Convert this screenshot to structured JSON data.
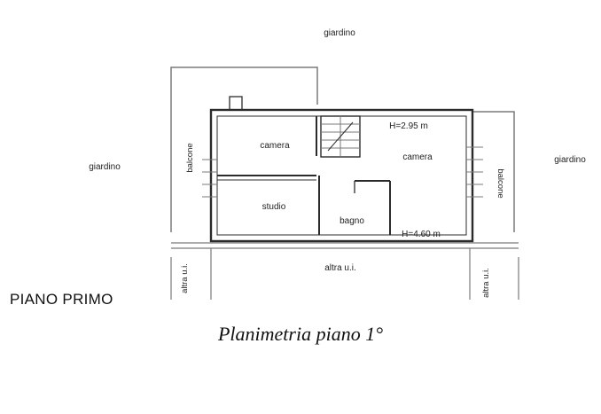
{
  "plan": {
    "garden_top": "giardino",
    "garden_left": "giardino",
    "garden_right": "giardino",
    "balcony_left": "balcone",
    "balcony_right": "balcone",
    "room_camera_1": "camera",
    "room_camera_2": "camera",
    "room_studio": "studio",
    "room_bagno": "bagno",
    "height_upper": "H=2.95 m",
    "height_lower": "H=4.60 m",
    "other_unit_center": "altra u.i.",
    "other_unit_left": "altra u.i.",
    "other_unit_right": "altra u.i."
  },
  "floor_label": "PIANO PRIMO",
  "caption": "Planimetria piano 1°"
}
